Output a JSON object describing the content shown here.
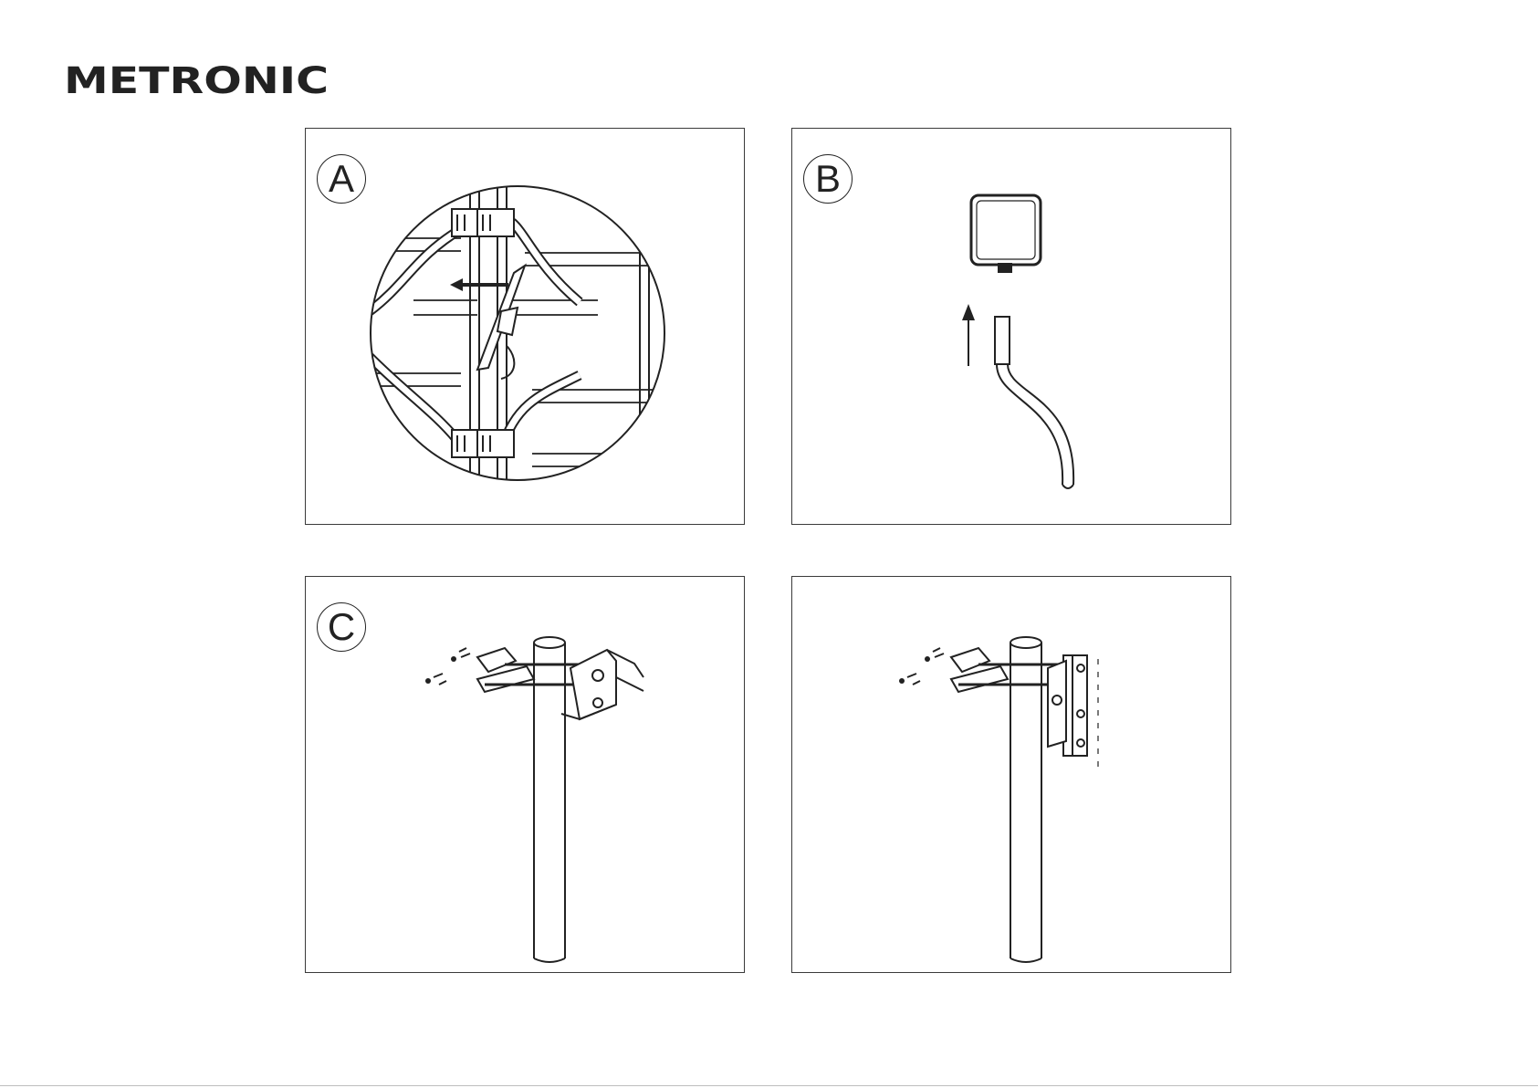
{
  "brand": {
    "name": "METRONIC",
    "color": "#222222"
  },
  "steps": [
    {
      "id": "A",
      "label": "A"
    },
    {
      "id": "B",
      "label": "B"
    },
    {
      "id": "C",
      "label": "C"
    },
    {
      "id": "D",
      "label": ""
    }
  ],
  "colors": {
    "line": "#222222",
    "frame": "#3a3a3a"
  }
}
